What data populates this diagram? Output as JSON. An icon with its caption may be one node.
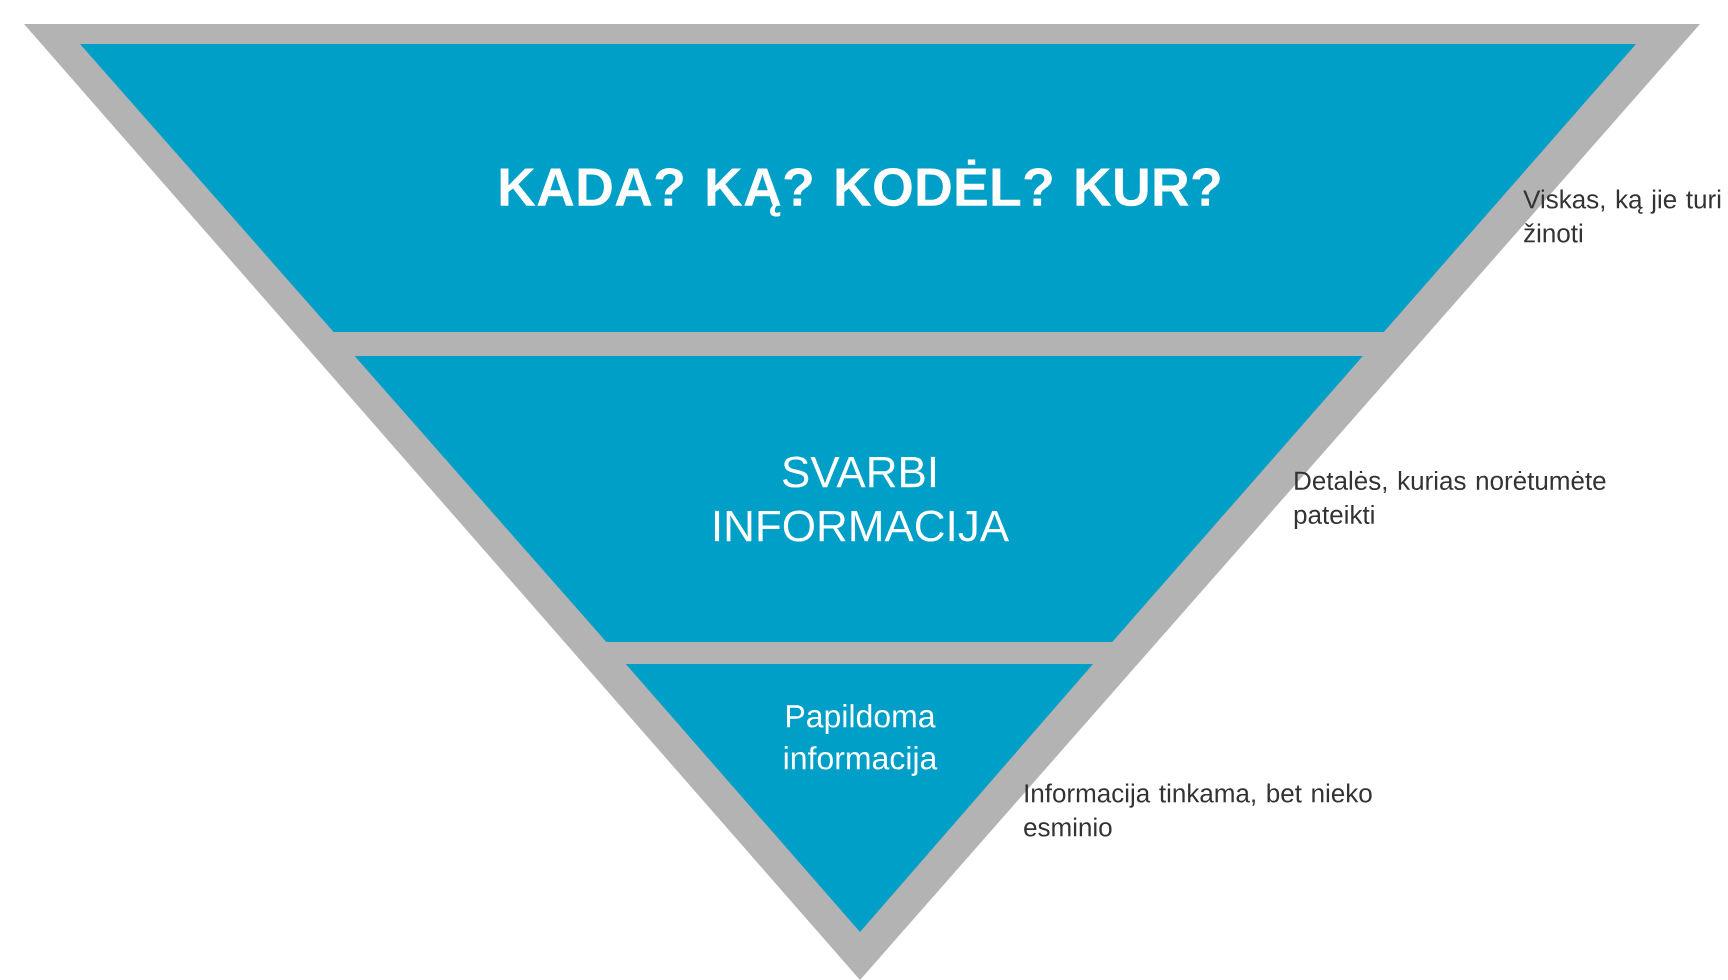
{
  "diagram": {
    "nodes": [
      {
        "text": [
          "KADA? KĄ? KODĖL? KUR?"
        ],
        "beside": [
          "Viskas, ką jie turi žinoti"
        ]
      },
      {
        "text": [
          "SVARBI INFORMACIJA"
        ],
        "beside": [
          "Detalės, kurias norėtumėte pateikti"
        ]
      },
      {
        "text": [
          "Papildoma informacija"
        ],
        "beside": [
          "Informacija tinkama, bet nieko esminio"
        ]
      }
    ]
  }
}
